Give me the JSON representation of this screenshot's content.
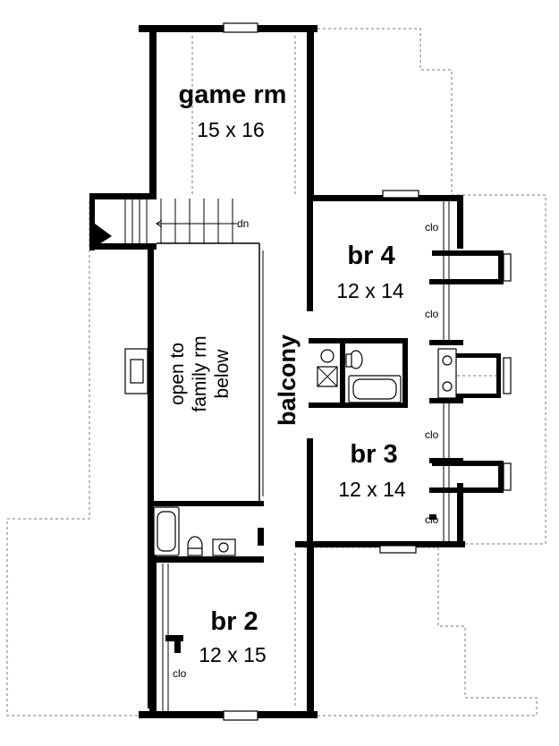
{
  "rooms": {
    "game_room": {
      "name": "game rm",
      "dims": "15 x 16"
    },
    "bedroom4": {
      "name": "br 4",
      "dims": "12 x 14"
    },
    "bedroom3": {
      "name": "br 3",
      "dims": "12 x 14"
    },
    "bedroom2": {
      "name": "br 2",
      "dims": "12 x 15"
    }
  },
  "labels": {
    "stairs": "dn",
    "balcony": "balcony",
    "open_line1": "open to",
    "open_line2": "family rm",
    "open_line3": "below",
    "closet": "clo"
  }
}
